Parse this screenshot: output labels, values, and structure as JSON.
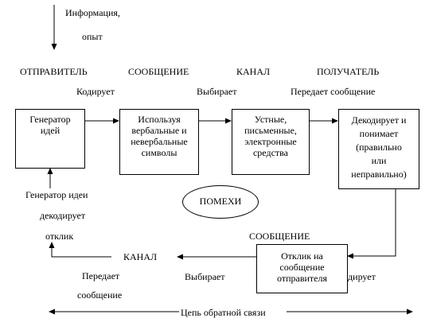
{
  "input": {
    "line1": "Информация,",
    "line2": "опыт"
  },
  "headers": {
    "sender": "ОТПРАВИТЕЛЬ",
    "message": "СООБЩЕНИЕ",
    "channel": "КАНАЛ",
    "receiver": "ПОЛУЧАТЕЛЬ"
  },
  "actions": {
    "encodes": "Кодирует",
    "chooses": "Выбирает",
    "transmits": "Передает сообщение"
  },
  "boxes": {
    "generator": [
      "Генератор",
      "идей"
    ],
    "symbols": [
      "Используя",
      "вербальные и",
      "невербальные",
      "символы"
    ],
    "means": [
      "Устные,",
      "письменные,",
      "электронные",
      "средства"
    ],
    "decodes": [
      "Декодирует и",
      "понимает",
      "(правильно",
      "или",
      "неправильно)"
    ],
    "feedback": [
      "Отклик на",
      "сообщение",
      "отправителя"
    ]
  },
  "noise": "ПОМЕХИ",
  "feedback_labels": {
    "generator_decodes": [
      "Генератор идеи",
      "декодирует",
      "отклик"
    ],
    "channel": "КАНАЛ",
    "message": "СООБЩЕНИЕ",
    "transmits": [
      "Передает",
      "сообщение"
    ],
    "chooses": "Выбирает",
    "encodes": "Кодирует"
  },
  "feedback_chain": "Цепь обратной связи"
}
